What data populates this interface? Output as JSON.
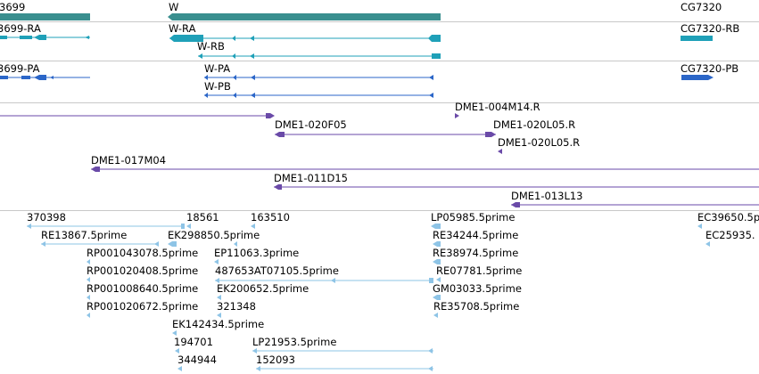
{
  "colors": {
    "gene": "#3a8f8f",
    "transcript_a": "#1fa0b8",
    "transcript_b": "#2b66c8",
    "clone": "#6a4aa8",
    "est": "#8ec4e6",
    "separator": "#c8c8c8",
    "text": "#000000"
  },
  "tracks": {
    "genes": {
      "features": [
        {
          "label": "3699",
          "type": "block"
        },
        {
          "label": "W",
          "type": "block"
        },
        {
          "label": "CG7320",
          "type": "none"
        }
      ]
    },
    "transcripts_a": {
      "features": [
        {
          "label": "3699-RA"
        },
        {
          "label": "W-RA"
        },
        {
          "label": "W-RB"
        },
        {
          "label": "CG7320-RB"
        }
      ]
    },
    "transcripts_b": {
      "features": [
        {
          "label": "3699-PA"
        },
        {
          "label": "W-PA"
        },
        {
          "label": "W-PB"
        },
        {
          "label": "CG7320-PB"
        }
      ]
    },
    "clones": {
      "features": [
        {
          "label": "DME1-004M14.R"
        },
        {
          "label": "DME1-020F05"
        },
        {
          "label": "DME1-020L05.R"
        },
        {
          "label": "DME1-020L05.R"
        },
        {
          "label": "DME1-017M04"
        },
        {
          "label": "DME1-011D15"
        },
        {
          "label": "DME1-013L13"
        }
      ]
    },
    "ests": {
      "features": [
        {
          "label": "370398"
        },
        {
          "label": "18561"
        },
        {
          "label": "163510"
        },
        {
          "label": "LP05985.5prime"
        },
        {
          "label": "EC39650.5p"
        },
        {
          "label": "RE13867.5prime"
        },
        {
          "label": "EK298850.5prime"
        },
        {
          "label": "RE34244.5prime"
        },
        {
          "label": "EC25935."
        },
        {
          "label": "RP001043078.5prime"
        },
        {
          "label": "EP11063.3prime"
        },
        {
          "label": "RE38974.5prime"
        },
        {
          "label": "RP001020408.5prime"
        },
        {
          "label": "487653AT07105.5prime"
        },
        {
          "label": "RE07781.5prime"
        },
        {
          "label": "RP001008640.5prime"
        },
        {
          "label": "EK200652.5prime"
        },
        {
          "label": "GM03033.5prime"
        },
        {
          "label": "RP001020672.5prime"
        },
        {
          "label": "321348"
        },
        {
          "label": "RE35708.5prime"
        },
        {
          "label": "EK142434.5prime"
        },
        {
          "label": "194701"
        },
        {
          "label": "LP21953.5prime"
        },
        {
          "label": "344944"
        },
        {
          "label": "152093"
        }
      ]
    }
  }
}
